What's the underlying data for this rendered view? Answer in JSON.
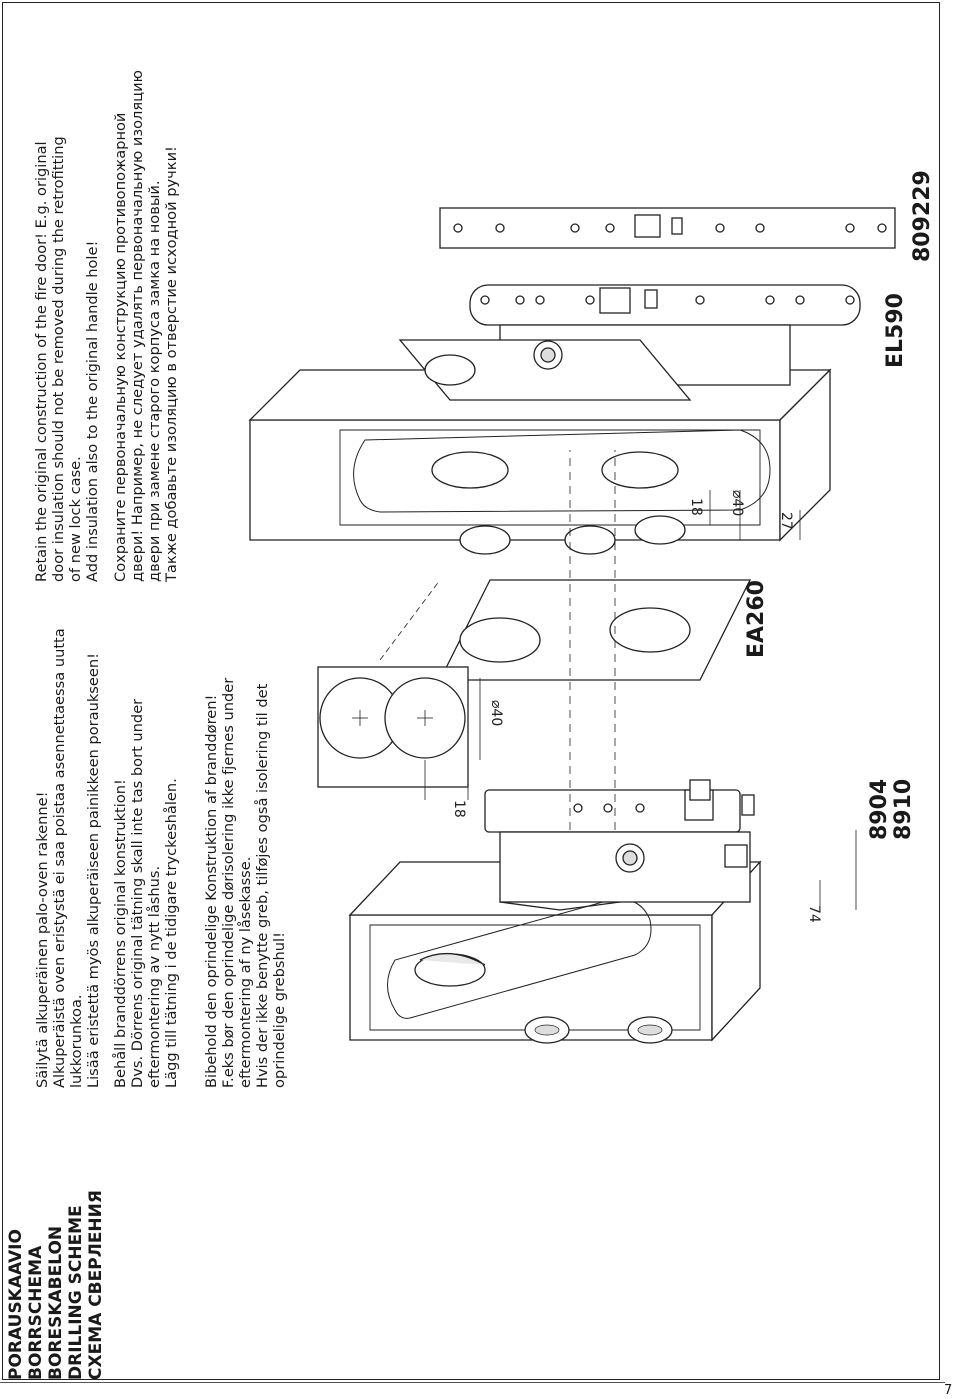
{
  "headings": {
    "title_lines": [
      "PORAUSKAAVIO",
      "BORRSCHEMA",
      "BORESKABELON",
      "DRILLING SCHEME",
      "СХЕМА СВЕРЛЕНИЯ"
    ]
  },
  "text_blocks": {
    "finnish": [
      "Säilytä alkuperäinen palo-oven rakenne!",
      "Alkuperäistä oven eristystä ei saa poistaa asennettaessa uutta",
      "lukkorunkoa.",
      "Lisää eristettä myös alkuperäiseen painikkeen poraukseen!"
    ],
    "swedish": [
      "Behåll branddörrens original konstruktion!",
      "Dvs. Dörrens original tätning skall inte tas bort under",
      "eftermontering av nytt låshus.",
      "Lägg till tätning i de tidigare tryckeshålen."
    ],
    "danish": [
      "Bibehold den oprindelige Konstruktion af branddøren!",
      "F.eks bør den oprindelige dørisolering ikke fjernes under",
      "eftermontering af ny låsekasse.",
      "Hvis der ikke benytte greb, tilføjes også isolering til det",
      "oprindelige grebshul!"
    ],
    "english": [
      "Retain the original construction of the fire door! E.g. original",
      "door insulation should not be removed during the retrofitting",
      "of new lock case.",
      "Add insulation also to the original handle hole!"
    ],
    "russian": [
      "Сохраните первоначальную конструкцию противопожарной",
      "двери! Например, не следует удалять первоначальную изоляцию",
      "двери при замене старого корпуса замка на новый.",
      "Также добавьте изоляцию в отверстие исходной ручки!"
    ]
  },
  "labels": {
    "model_a_line1": "8904",
    "model_a_line2": "8910",
    "model_b": "EA260",
    "model_c": "EL590",
    "model_d": "809229"
  },
  "dimensions": {
    "d74": "74",
    "d18_left": "18",
    "d40_left": "⌀40",
    "d18_right": "18",
    "d40_right": "⌀40",
    "d27": "27"
  },
  "page": {
    "number": "7"
  }
}
